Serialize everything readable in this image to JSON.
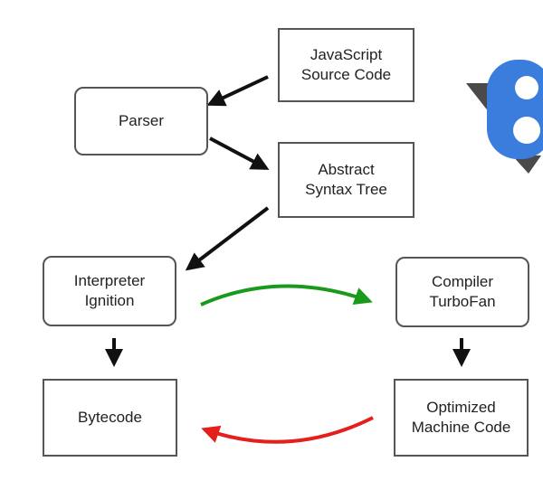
{
  "nodes": {
    "source": {
      "lines": [
        "JavaScript",
        "Source Code"
      ]
    },
    "parser": {
      "lines": [
        "Parser"
      ]
    },
    "ast": {
      "lines": [
        "Abstract",
        "Syntax Tree"
      ]
    },
    "interpreter": {
      "lines": [
        "Interpreter",
        "Ignition"
      ]
    },
    "compiler": {
      "lines": [
        "Compiler",
        "TurboFan"
      ]
    },
    "bytecode": {
      "lines": [
        "Bytecode"
      ]
    },
    "optimized": {
      "lines": [
        "Optimized",
        "Machine Code"
      ]
    }
  },
  "edges": [
    {
      "from": "source",
      "to": "parser",
      "color": "#111111"
    },
    {
      "from": "parser",
      "to": "ast",
      "color": "#111111"
    },
    {
      "from": "ast",
      "to": "interpreter",
      "color": "#111111"
    },
    {
      "from": "interpreter",
      "to": "compiler",
      "color": "#1a9a1a",
      "style": "curved"
    },
    {
      "from": "interpreter",
      "to": "bytecode",
      "color": "#111111"
    },
    {
      "from": "compiler",
      "to": "optimized",
      "color": "#111111"
    },
    {
      "from": "optimized",
      "to": "bytecode",
      "color": "#e3201b",
      "style": "curved"
    }
  ],
  "colors": {
    "box_border": "#555555",
    "arrow": "#111111",
    "optimize_arrow": "#1a9a1a",
    "deoptimize_arrow": "#e3201b",
    "logo_blue": "#3b7ddd",
    "logo_dark": "#4a4a4a"
  },
  "logo": {
    "icon": "v8-logo-icon"
  }
}
